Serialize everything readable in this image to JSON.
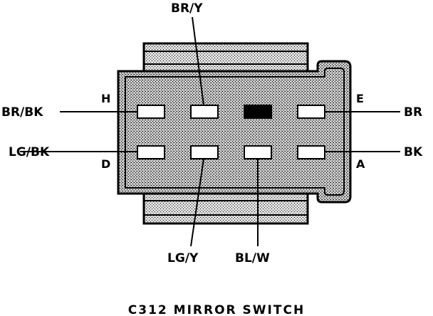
{
  "caption": "C312 MIRROR SWITCH",
  "cavity_letters": {
    "H": "H",
    "D": "D",
    "E": "E",
    "A": "A"
  },
  "wires": {
    "br_y": "BR/Y",
    "br_bk": "BR/BK",
    "lg_bk": "LG/BK",
    "br": "BR",
    "bk": "BK",
    "lg_y": "LG/Y",
    "bl_w": "BL/W"
  },
  "colors": {
    "ink": "#000000",
    "paper": "#ffffff",
    "body_fill": "#9a9a9a",
    "tab_fill": "#b4b4b4",
    "terminal_fill": "#ffffff",
    "plugged_fill": "#000000"
  }
}
